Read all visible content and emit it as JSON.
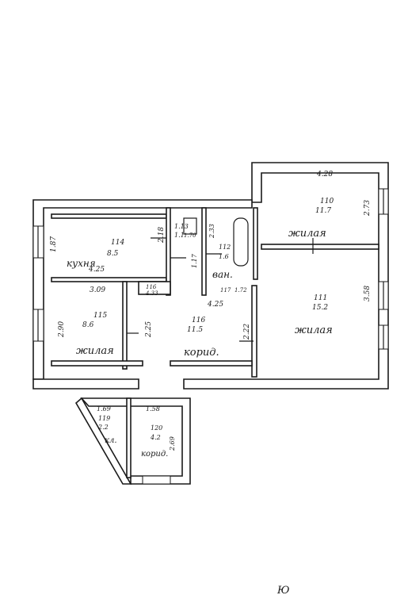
{
  "rooms": {
    "kitchen": {
      "number": "114",
      "area": "8.5",
      "name": "кухня",
      "width": "4.25",
      "height": "1.87"
    },
    "room115": {
      "number": "115",
      "area": "8.6",
      "name": "жилая",
      "top": "3.09",
      "side": "2.90"
    },
    "wc": {
      "number": "113",
      "area": "1.1",
      "extra": "1.70"
    },
    "bath": {
      "number": "112",
      "area": "1.6",
      "name": "ван.",
      "side": "2.33"
    },
    "corridor_main": {
      "number": "116",
      "area": "11.5",
      "name": "корид.",
      "width": "4.25",
      "left": "2.25",
      "right": "2.22"
    },
    "room110": {
      "number": "110",
      "area": "11.7",
      "name": "жилая",
      "top": "4.28",
      "side": "2.73"
    },
    "room111": {
      "number": "111",
      "area": "15.2",
      "name": "жилая",
      "side": "3.58"
    },
    "closet": {
      "number": "119",
      "area": "2.2",
      "name": "кл.",
      "top": "1.69"
    },
    "corridor_small": {
      "number": "120",
      "area": "4.2",
      "name": "корид.",
      "top": "1.58",
      "side": "2.69"
    }
  },
  "labels": {
    "kitchen_side_right": "2.18",
    "wc_dim": "1.13",
    "wc_small": "1.70",
    "small_116": "116",
    "small_116_sub": "4.33",
    "box_small": "1.17",
    "bath_sub": "1.72",
    "corr_small_num": "117",
    "corr_small_num2": "119",
    "signature": "Ю"
  }
}
